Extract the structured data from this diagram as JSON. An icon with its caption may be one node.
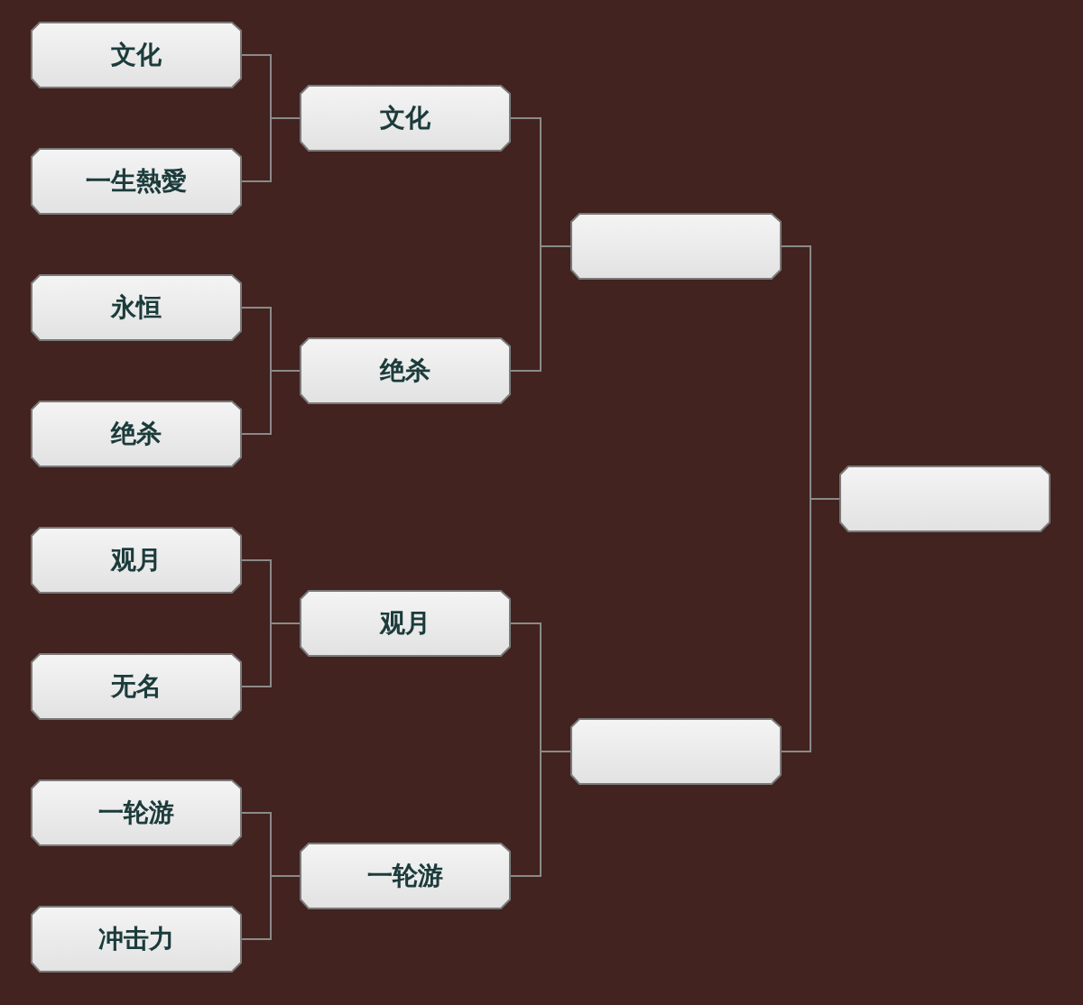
{
  "diagram": {
    "nodes": [
      {
        "text": [
          "文化"
        ]
      },
      {
        "text": [
          "一生熱愛"
        ]
      },
      {
        "text": [
          "永恒"
        ]
      },
      {
        "text": [
          "绝杀"
        ]
      },
      {
        "text": [
          "观月"
        ]
      },
      {
        "text": [
          "无名"
        ]
      },
      {
        "text": [
          "一轮游"
        ]
      },
      {
        "text": [
          "冲击力"
        ]
      },
      {
        "text": [
          "文化"
        ]
      },
      {
        "text": [
          "绝杀"
        ]
      },
      {
        "text": [
          "观月"
        ]
      },
      {
        "text": [
          "一轮游"
        ]
      },
      {
        "text": [],
        "shape": "box"
      },
      {
        "text": [],
        "shape": "box"
      },
      {
        "text": [],
        "shape": "box"
      }
    ],
    "edges": [
      {
        "from": 0,
        "to": 8,
        "arrow": "none"
      },
      {
        "from": 1,
        "to": 8,
        "arrow": "none"
      },
      {
        "from": 2,
        "to": 9,
        "arrow": "none"
      },
      {
        "from": 3,
        "to": 9,
        "arrow": "none"
      },
      {
        "from": 4,
        "to": 10,
        "arrow": "none"
      },
      {
        "from": 5,
        "to": 10,
        "arrow": "none"
      },
      {
        "from": 6,
        "to": 11,
        "arrow": "none"
      },
      {
        "from": 7,
        "to": 11,
        "arrow": "none"
      },
      {
        "from": 8,
        "to": 12,
        "arrow": "none"
      },
      {
        "from": 9,
        "to": 12,
        "arrow": "none"
      },
      {
        "from": 10,
        "to": 13,
        "arrow": "none"
      },
      {
        "from": 11,
        "to": 13,
        "arrow": "none"
      },
      {
        "from": 12,
        "to": 14,
        "arrow": "none"
      },
      {
        "from": 13,
        "to": 14,
        "arrow": "none"
      }
    ]
  }
}
